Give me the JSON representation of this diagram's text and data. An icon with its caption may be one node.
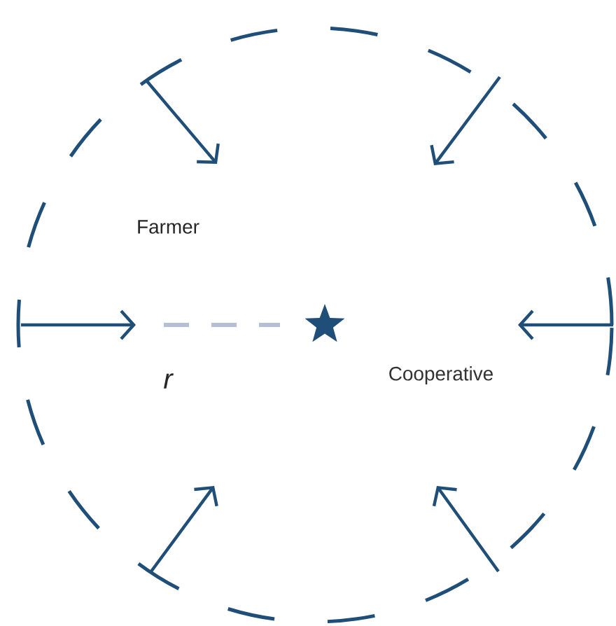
{
  "diagram": {
    "nodes": [
      {
        "text": [],
        "shape": "circle"
      },
      {
        "text": [],
        "shape": "star",
        "beside": [
          "Cooperative"
        ],
        "in": 0
      }
    ],
    "labels": [
      "Farmer",
      "r"
    ]
  }
}
